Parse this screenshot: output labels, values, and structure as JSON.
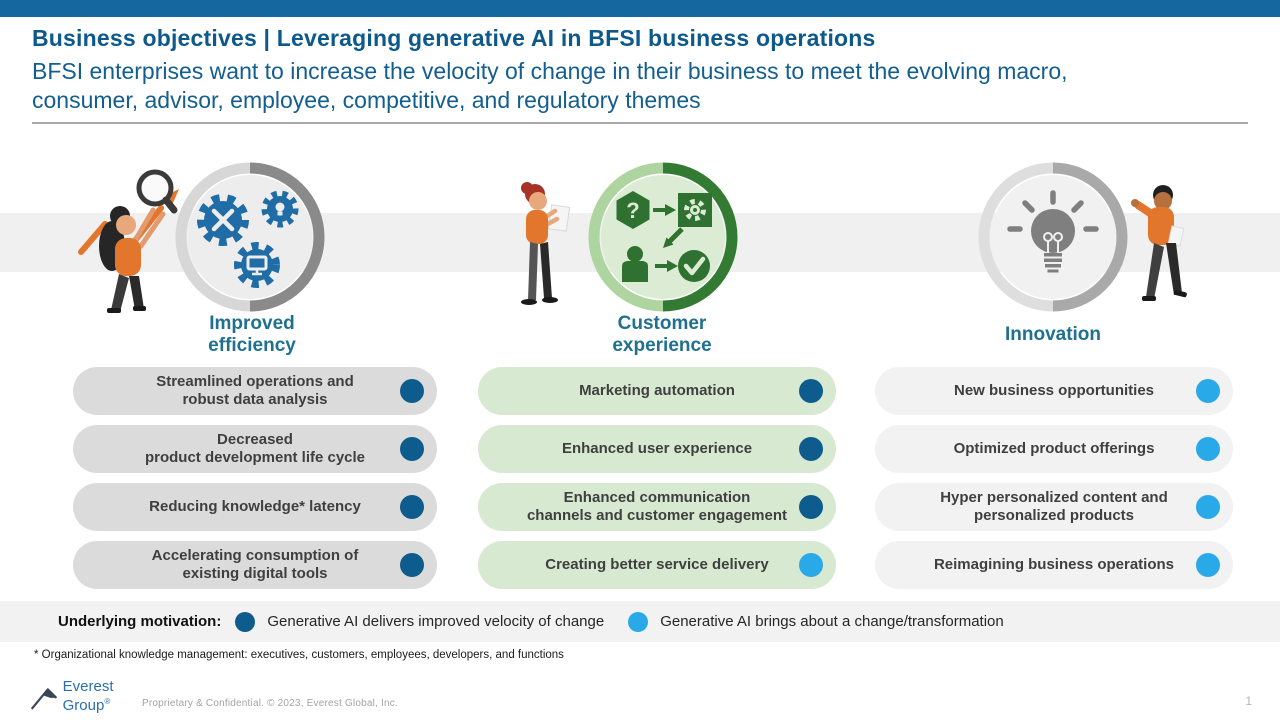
{
  "slide": {
    "title": "Business objectives | Leveraging generative AI in BFSI business operations",
    "subtitle": "BFSI enterprises want to increase the velocity of change in their business to meet the evolving macro,\nconsumer, advisor, employee, competitive, and regulatory themes",
    "footnote": "* Organizational knowledge management: executives, customers, employees, developers, and functions",
    "page_number": "1"
  },
  "colors": {
    "top_bar": "#15689F",
    "title": "#0D598B",
    "subtitle": "#135E90",
    "column_label": "#20708F",
    "background_band": "#F0F0F0",
    "legend_band": "#F2F2F2"
  },
  "columns": [
    {
      "label": "Improved\nefficiency",
      "icon": "gears-tools-icon",
      "theme": {
        "pill_bg": "#DBDBDB",
        "ring_light": "#D7D7D7",
        "ring_dark": "#8A8A8A",
        "inner": "#EDEDED",
        "icon": "#1F6CA6"
      },
      "items": [
        {
          "text": "Streamlined operations and\nrobust data analysis",
          "dot": "dark"
        },
        {
          "text": "Decreased\nproduct development life cycle",
          "dot": "dark"
        },
        {
          "text": "Reducing knowledge* latency",
          "dot": "dark"
        },
        {
          "text": "Accelerating consumption of\nexisting digital tools",
          "dot": "dark"
        }
      ]
    },
    {
      "label": "Customer\nexperience",
      "icon": "ai-workflow-icon",
      "theme": {
        "pill_bg": "#D8E9D1",
        "ring_light": "#AED4A0",
        "ring_dark": "#337B33",
        "inner": "#DCEBD4",
        "icon": "#2E7130"
      },
      "items": [
        {
          "text": "Marketing automation",
          "dot": "dark"
        },
        {
          "text": "Enhanced user experience",
          "dot": "dark"
        },
        {
          "text": "Enhanced communication\nchannels and customer engagement",
          "dot": "dark"
        },
        {
          "text": "Creating better service delivery",
          "dot": "light"
        }
      ]
    },
    {
      "label": "Innovation",
      "icon": "lightbulb-icon",
      "theme": {
        "pill_bg": "#F2F2F2",
        "ring_light": "#DEDEDE",
        "ring_dark": "#A9A9A9",
        "inner": "#F1F1F1",
        "icon": "#7F7F7F"
      },
      "items": [
        {
          "text": "New business opportunities",
          "dot": "light"
        },
        {
          "text": "Optimized product offerings",
          "dot": "light"
        },
        {
          "text": "Hyper personalized content and\npersonalized products",
          "dot": "light"
        },
        {
          "text": "Reimagining business operations",
          "dot": "light"
        }
      ]
    }
  ],
  "legend": {
    "label": "Underlying motivation:",
    "dot_colors": {
      "dark": "#0E5C8E",
      "light": "#2AA9E9"
    },
    "entries": [
      {
        "dot": "dark",
        "text": "Generative AI delivers improved velocity of change"
      },
      {
        "dot": "light",
        "text": "Generative AI brings about a change/transformation"
      }
    ]
  },
  "footer": {
    "logo_text": "Everest Group",
    "logo_reg": "®",
    "confidential": "Proprietary & Confidential. © 2023,  Everest Global, Inc."
  }
}
